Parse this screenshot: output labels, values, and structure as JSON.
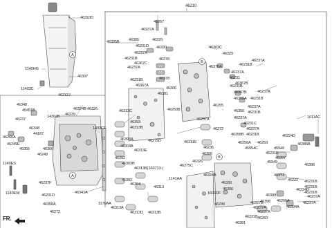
{
  "labels": {
    "l46310D": "46310D",
    "l46307": "46307",
    "l1140HG": "1140HG",
    "l11403C": "11403C",
    "l46212J": "46212J",
    "l46348": "46348",
    "l45451B": "45451B",
    "l1430JB": "1430JB",
    "l46239": "46239",
    "l46324B": "46324B",
    "l46326a": "46326",
    "l46237": "46237",
    "l46348b": "46348",
    "l44187": "44187",
    "l46260A": "46260A",
    "l46249E": "46249E",
    "l46355": "46355",
    "l46248": "46248",
    "l46306a": "46306",
    "l1433CF": "1433CF",
    "l1140ES": "1140ES",
    "l1140EW": "1140EW",
    "l46237F": "46237F",
    "l46231D": "46231D",
    "l46358A": "46358A",
    "l46272": "46272",
    "l46343A": "46343A",
    "l1170AA": "1170AA",
    "l46210": "46210",
    "l46267": "46267",
    "l46237Aa": "46237A",
    "l46305B": "46305B",
    "l46305": "46305",
    "l46229": "46229",
    "l46231Da": "46231D",
    "l46330": "46330",
    "l46237Ab": "46237A",
    "l46231Ba": "46231B",
    "l46367C": "46367C",
    "l46237Ac": "46237A",
    "l46378": "46378",
    "l46231Bb": "46231B",
    "l46367A": "46367A",
    "l46378b": "46378",
    "l46306b": "46306",
    "l46381": "46381",
    "l46269B": "46269B",
    "l46303C": "46303C",
    "l46329": "46329",
    "l46237Ad": "46237A",
    "l46376A": "46376A",
    "l46237Ae": "46237A",
    "l46231Bc": "46231B",
    "l46231": "46231",
    "l46367B": "46367B",
    "l46231Bd": "46231B",
    "l46367B2": "46367B",
    "l46237Af": "46237A",
    "l46395A": "46395A",
    "l46231Be": "46231B",
    "l46255": "46255",
    "l46237Ag": "46237A",
    "l46356": "46356",
    "l46231Bf": "46231B",
    "l46237Ah": "46237A",
    "l46231C": "46231C",
    "l46272b": "46272",
    "l46237Ai": "46237A",
    "l46358B": "46358B",
    "l46231Bg": "46231B",
    "l46313C": "46313C",
    "l46393": "46393",
    "l46313B": "46313B",
    "l46393A": "46393A",
    "l46304B": "46304B",
    "l46313E": "46313E",
    "l46275D": "46275D",
    "l46392": "46392",
    "l46303B": "46303B",
    "l46313Bb": "46313B(160713-)",
    "l46392b": "46392",
    "l46304": "46304",
    "l46313": "46313",
    "l1141AA": "1141AA",
    "l46313A": "46313A",
    "l46313D": "46313D",
    "l46313Bc": "46313B",
    "l46237Aj": "46237A",
    "l46231E": "46231E",
    "l46236": "46236",
    "l46306c": "46306",
    "l46326b": "46326",
    "l46275C": "46275C",
    "l46324B2": "46324B",
    "l46330b": "46330",
    "l46306d": "46306",
    "l1601DF": "1601DF",
    "l46236b": "46236",
    "l46381b": "46381",
    "l46237Ak": "46237A",
    "l46231Bh": "46231B",
    "l46260": "46260",
    "l46256A": "46256A",
    "l46259": "46259",
    "l45949": "45949",
    "l45954C": "45954C",
    "l46224D": "46224D",
    "l46385B": "46385B",
    "l1011AC": "1011AC",
    "l46231Bi": "46231B",
    "l46397": "46397",
    "l45949b": "45949",
    "l46396": "46396",
    "l46371": "46371",
    "l46222": "46222",
    "l46231Bj": "46231B",
    "l46224D2": "46224D",
    "l46231Bk": "46231B",
    "l46399": "46399",
    "l46266A": "46266A",
    "l46237Al": "46237A",
    "l46398": "46398",
    "l46327B": "46327B",
    "l46394A": "46394A",
    "l46237Am": "46237A",
    "l46231Bl": "46231B",
    "l46237Ao": "46237A"
  },
  "callouts": {
    "a": "A",
    "b": "B",
    "c": "A",
    "d": "B"
  },
  "fr_mark": "FR."
}
